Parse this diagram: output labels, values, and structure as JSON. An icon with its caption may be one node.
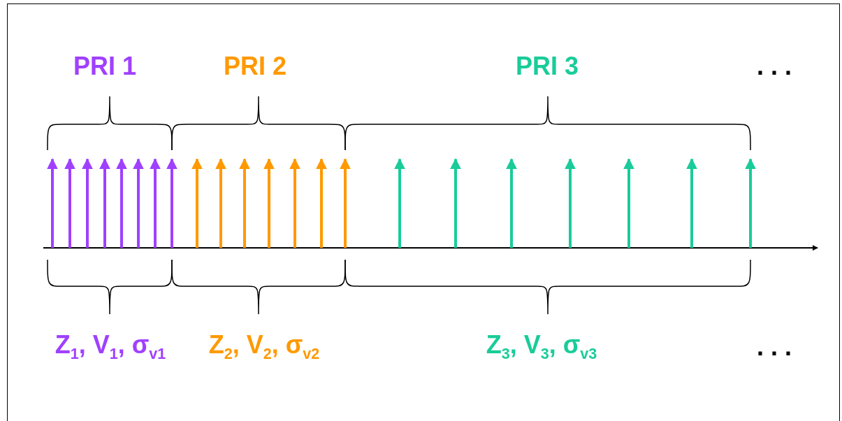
{
  "diagram": {
    "labels": [
      "PRI 1",
      "PRI 2",
      "PRI 3",
      ". . .",
      "Z$_{1}$, V$_{1}$, σ$_{v1}$",
      "Z$_{2}$, V$_{2}$, σ$_{v2}$",
      "Z$_{3}$, V$_{3}$, σ$_{v3}$",
      ". . ."
    ]
  }
}
